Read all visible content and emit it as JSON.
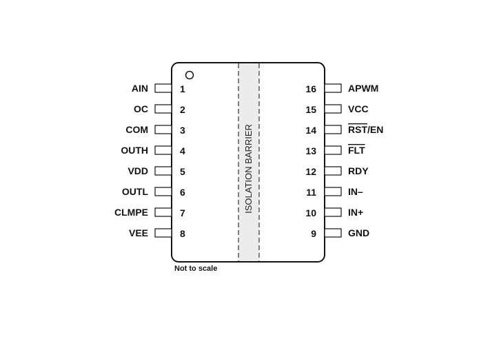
{
  "package": {
    "pins_left": [
      {
        "number": "1",
        "name": "AIN"
      },
      {
        "number": "2",
        "name": "OC"
      },
      {
        "number": "3",
        "name": "COM"
      },
      {
        "number": "4",
        "name": "OUTH"
      },
      {
        "number": "5",
        "name": "VDD"
      },
      {
        "number": "6",
        "name": "OUTL"
      },
      {
        "number": "7",
        "name": "CLMPE"
      },
      {
        "number": "8",
        "name": "VEE"
      }
    ],
    "pins_right": [
      {
        "number": "16",
        "name": "APWM",
        "overline": ""
      },
      {
        "number": "15",
        "name": "VCC",
        "overline": ""
      },
      {
        "number": "14",
        "name": "/EN",
        "overline": "RST"
      },
      {
        "number": "13",
        "name": "",
        "overline": "FLT"
      },
      {
        "number": "12",
        "name": "RDY",
        "overline": ""
      },
      {
        "number": "11",
        "name": "IN–",
        "overline": ""
      },
      {
        "number": "10",
        "name": "IN+",
        "overline": ""
      },
      {
        "number": "9",
        "name": "GND",
        "overline": ""
      }
    ],
    "barrier_label": "ISOLATION BARRIER",
    "note": "Not to scale"
  },
  "colors": {
    "outline": "#111111",
    "barrier_fill": "#ececec"
  }
}
